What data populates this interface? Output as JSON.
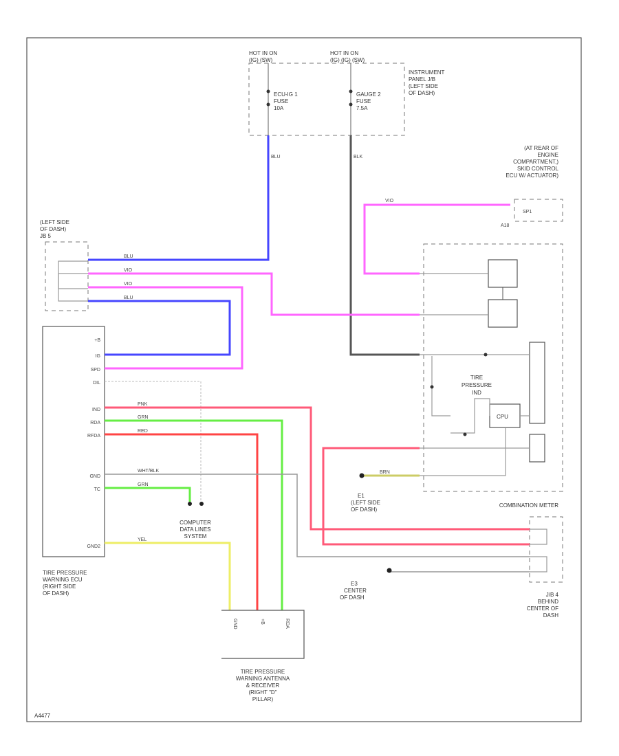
{
  "labels": {
    "hot_in_on_left": [
      "HOT IN ON",
      "(IG) (SW)"
    ],
    "hot_in_on_right": [
      "HOT IN ON",
      "(IG) (IG) (SW)"
    ],
    "instrument_panel_jb": [
      "INSTRUMENT",
      "PANEL J/B",
      "(LEFT SIDE",
      "OF DASH)"
    ],
    "fuse_left": [
      "ECU-IG 1",
      "FUSE",
      "10A"
    ],
    "fuse_right": [
      "GAUGE 2",
      "FUSE",
      "7.5A"
    ],
    "vsc_ecu": [
      "(AT REAR OF",
      "ENGINE",
      "COMPARTMENT,)",
      "SKID CONTROL",
      "ECU W/ ACTUATOR)"
    ],
    "a18": "A18",
    "left_side_dash_top": [
      "(LEFT SIDE",
      "OF DASH)",
      "JB 5"
    ],
    "tpms_ecu": [
      "TIRE PRESSURE",
      "WARNING ECU",
      "(RIGHT SIDE",
      "OF DASH)"
    ],
    "computer_data_lines": [
      "COMPUTER",
      "DATA LINES",
      "SYSTEM"
    ],
    "e1": [
      "E1",
      "(LEFT SIDE",
      "OF DASH)"
    ],
    "e3": [
      "E3",
      "CENTER",
      "OF DASH"
    ],
    "combination_meter": "COMBINATION METER",
    "jb4": [
      "J/B 4",
      "BEHIND",
      "CENTER OF",
      "DASH"
    ],
    "antenna": [
      "TIRE PRESSURE",
      "WARNING ANTENNA",
      "& RECEIVER",
      "(RIGHT \"D\"",
      "PILLAR)"
    ],
    "tire_pressure_ind": [
      "TIRE",
      "PRESSURE",
      "IND"
    ],
    "cpu": "CPU",
    "diagram_id": "A4477"
  },
  "ecu_pins": [
    "+B",
    "IG",
    "SPD",
    "DIL",
    "IND",
    "RDA",
    "RFDA",
    "GND",
    "TC",
    "GND2"
  ],
  "antenna_pins": [
    "GND",
    "+B",
    "RDA"
  ],
  "wires": [
    {
      "name": "blu-fuse1",
      "color": "#4646ff",
      "label": "BLU"
    },
    {
      "name": "blk-fuse2",
      "color": "#555555",
      "label": "BLK"
    },
    {
      "name": "vio-vsc",
      "color": "#ff66ff",
      "label": "VIO"
    },
    {
      "name": "blu-jb5-1",
      "color": "#4646ff",
      "label": "BLU"
    },
    {
      "name": "vio-jb5-2",
      "color": "#ff66ff",
      "label": "VIO"
    },
    {
      "name": "vio-jb5-3",
      "color": "#ff66ff",
      "label": "VIO"
    },
    {
      "name": "blu-jb5-4",
      "color": "#4646ff",
      "label": "BLU"
    },
    {
      "name": "pnk-ind",
      "color": "#ff5a78",
      "label": "PNK"
    },
    {
      "name": "grn-rda",
      "color": "#66ee44",
      "label": "GRN"
    },
    {
      "name": "red-rfda",
      "color": "#ff4444",
      "label": "RED"
    },
    {
      "name": "wht-gnd",
      "color": "#999999",
      "label": "WHT/BLK"
    },
    {
      "name": "grn-tc",
      "color": "#66ee44",
      "label": "GRN"
    },
    {
      "name": "yel-gnd2",
      "color": "#eeee66",
      "label": "YEL"
    },
    {
      "name": "brn-e1",
      "color": "#cccc66",
      "label": "BRN"
    }
  ]
}
